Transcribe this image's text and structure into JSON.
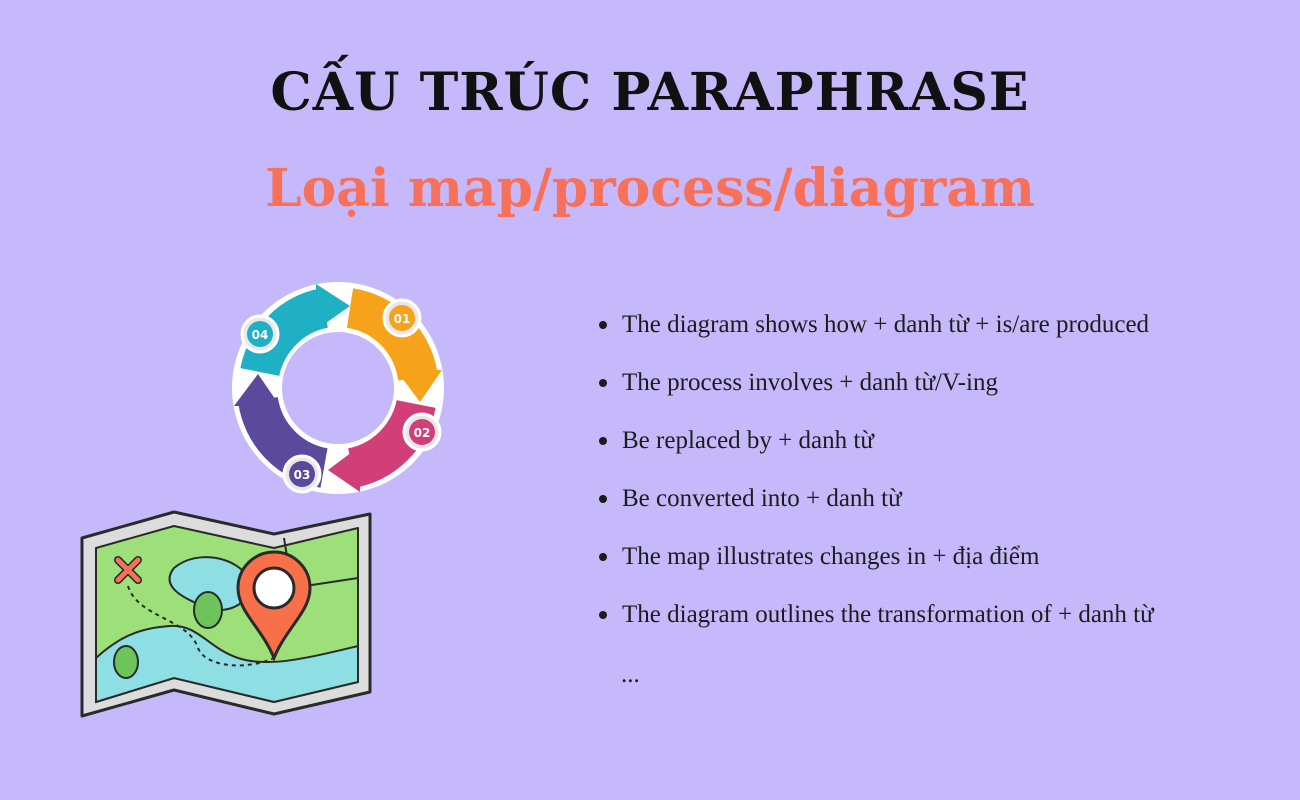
{
  "title": "CẤU TRÚC PARAPHRASE",
  "subtitle": "Loại map/process/diagram",
  "colors": {
    "background": "#c5b9fb",
    "title": "#111111",
    "subtitle": "#f7705a",
    "step_01": "#f7a21b",
    "step_02": "#d23f78",
    "step_03": "#5b4a9c",
    "step_04": "#1fb0c4"
  },
  "cycle_steps": [
    "01",
    "02",
    "03",
    "04"
  ],
  "icons": [
    "cycle-diagram-icon",
    "map-pin-icon",
    "x-marker-icon"
  ],
  "bullets": [
    "The diagram shows how + danh từ + is/are produced",
    "The process involves + danh từ/V-ing",
    "Be replaced by + danh từ",
    "Be converted into + danh từ",
    "The map illustrates changes in + địa điểm",
    "The diagram outlines the transformation of + danh từ"
  ],
  "ellipsis": "..."
}
